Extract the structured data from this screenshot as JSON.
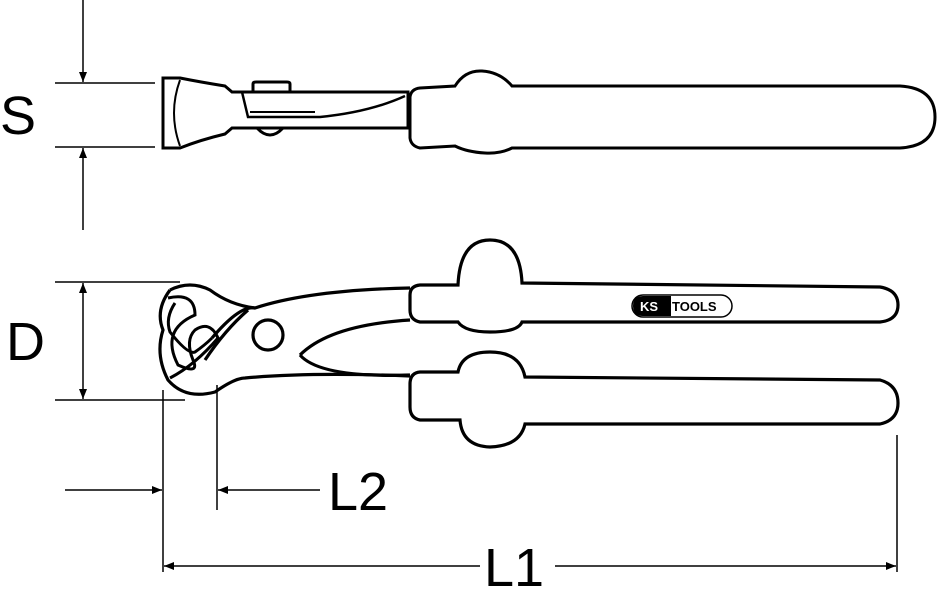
{
  "labels": {
    "s": "S",
    "d": "D",
    "l1": "L1",
    "l2": "L2"
  },
  "logo": {
    "brand_left": "KS",
    "brand_right": "TOOLS"
  },
  "colors": {
    "line": "#000000",
    "background": "#ffffff"
  }
}
